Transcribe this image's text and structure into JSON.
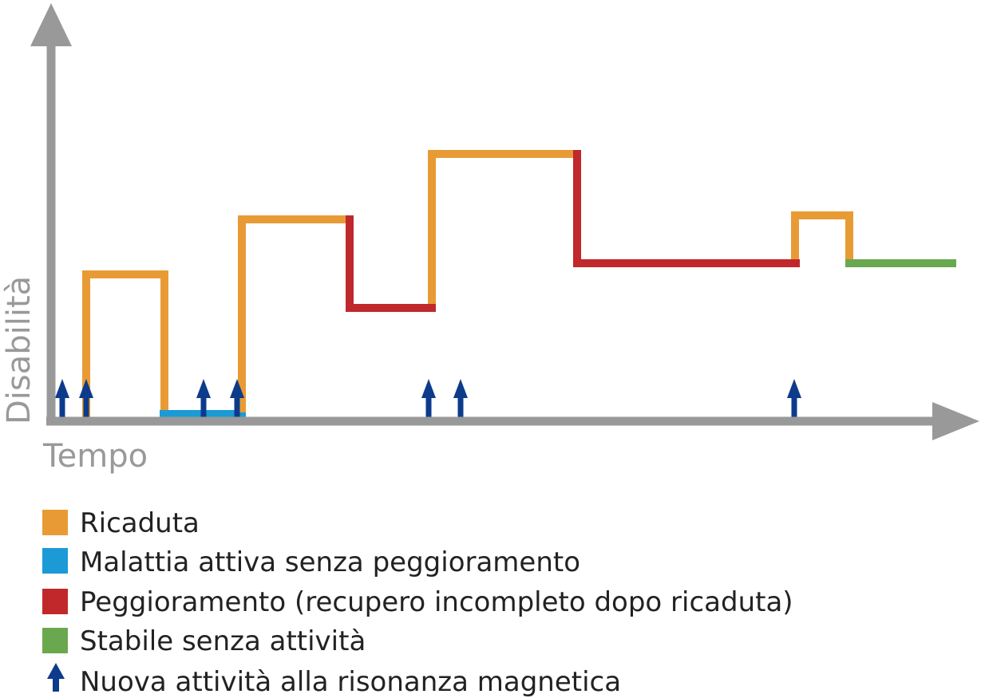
{
  "axes": {
    "x_label": "Tempo",
    "y_label": "Disabilità",
    "color": "#999999"
  },
  "colors": {
    "relapse": "#E89B35",
    "active": "#1B9AD6",
    "worsening": "#C0282B",
    "stable": "#6AA84F",
    "mri_arrow": "#0D3B8C"
  },
  "legend": [
    {
      "key": "relapse",
      "label": "Ricaduta",
      "marker": "square"
    },
    {
      "key": "active",
      "label": "Malattia attiva senza peggioramento",
      "marker": "square"
    },
    {
      "key": "worsening",
      "label": "Peggioramento (recupero incompleto dopo ricaduta)",
      "marker": "square"
    },
    {
      "key": "stable",
      "label": "Stabile senza attività",
      "marker": "square"
    },
    {
      "key": "mri_arrow",
      "label": "Nuova attività alla risonanza magnetica",
      "marker": "arrow-up-icon"
    }
  ]
}
